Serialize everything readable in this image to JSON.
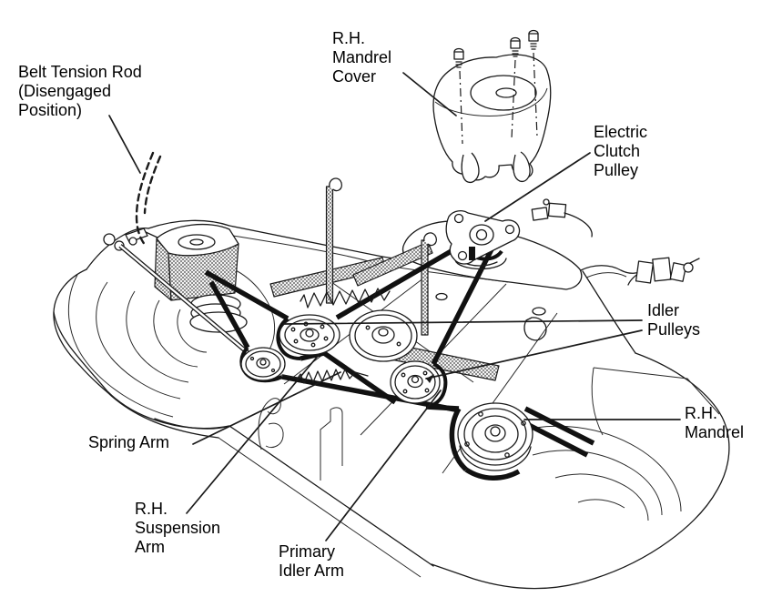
{
  "figure": {
    "type": "technical-line-diagram",
    "subject": "mower-deck-belt-routing",
    "colors": {
      "background": "#ffffff",
      "line": "#1a1a1a",
      "belt": "#111111"
    },
    "labels": {
      "belt_tension_rod": {
        "lines": [
          "Belt Tension Rod",
          "(Disengaged",
          "Position)"
        ]
      },
      "rh_mandrel_cover": {
        "lines": [
          "R.H.",
          "Mandrel",
          "Cover"
        ]
      },
      "electric_clutch_pulley": {
        "lines": [
          "Electric",
          "Clutch",
          "Pulley"
        ]
      },
      "idler_pulleys": {
        "lines": [
          "Idler",
          "Pulleys"
        ]
      },
      "rh_mandrel": {
        "lines": [
          "R.H.",
          "Mandrel"
        ]
      },
      "spring_arm": {
        "lines": [
          "Spring Arm"
        ]
      },
      "rh_suspension_arm": {
        "lines": [
          "R.H.",
          "Suspension",
          "Arm"
        ]
      },
      "primary_idler_arm": {
        "lines": [
          "Primary",
          "Idler Arm"
        ]
      }
    }
  }
}
